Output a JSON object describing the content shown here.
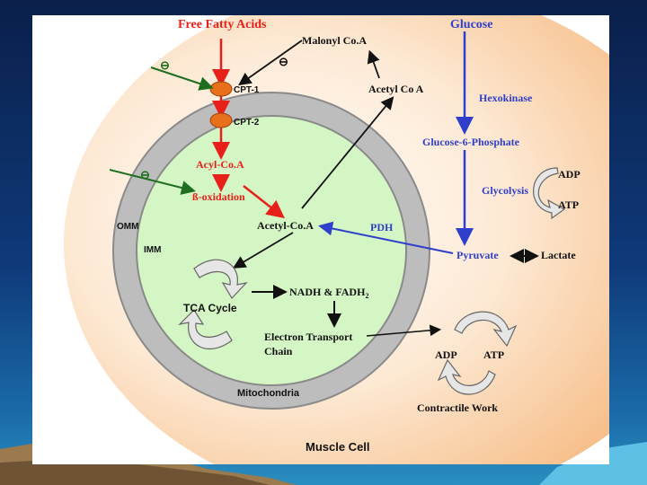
{
  "diagram": {
    "title_left": "Free Fatty Acids",
    "title_right": "Glucose",
    "labels": {
      "malonyl": "Malonyl Co.A",
      "acetyl_top": "Acetyl Co A",
      "hexokinase": "Hexokinase",
      "g6p": "Glucose-6-Phosphate",
      "cpt1": "CPT-1",
      "cpt2": "CPT-2",
      "acyl": "Acyl-Co.A",
      "beta": "ß-oxidation",
      "acetyl_mito": "Acetyl-Co.A",
      "pdh": "PDH",
      "adp_top": "ADP",
      "glycolysis": "Glycolysis",
      "atp_top": "ATP",
      "omm": "OMM",
      "imm": "IMM",
      "pyruvate": "Pyruvate",
      "lactate": "Lactate",
      "nadh": "NADH & FADH",
      "nadh_sub": "2",
      "tca": "TCA Cycle",
      "etc_line1": "Electron Transport",
      "etc_line2": "Chain",
      "adp_bottom": "ADP",
      "atp_bottom": "ATP",
      "mitochondria": "Mitochondria",
      "contractile": "Contractile Work",
      "muscle_cell": "Muscle Cell",
      "minus": "⊖"
    },
    "colors": {
      "fatty_acid_pathway": "#e8201a",
      "glucose_pathway": "#2f3fcc",
      "inhibition": "#1f6e1f",
      "mitochondria_matrix": "#d4f5c4",
      "membrane": "#bdbdbd",
      "cell_outer": "#f7c08a"
    }
  }
}
